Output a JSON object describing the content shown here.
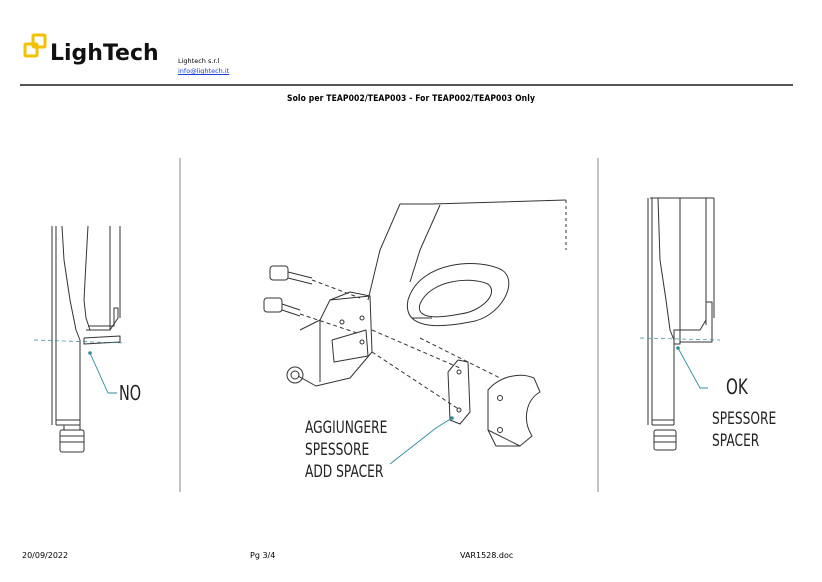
{
  "header": {
    "logo_text": "LighTech",
    "company_name": "Lightech s.r.l",
    "email": "info@lightech.it"
  },
  "title": "Solo per TEAP002/TEAP003  - For TEAP002/TEAP003 Only",
  "figure": {
    "left_label": "NO",
    "center_label_lines": [
      "AGGIUNGERE",
      "SPESSORE",
      "ADD SPACER"
    ],
    "right_label_ok": "OK",
    "right_label_lines": [
      "SPESSORE",
      "SPACER"
    ]
  },
  "footer": {
    "date": "20/09/2022",
    "page": "Pg 3/4",
    "filename": "VAR1528.doc"
  },
  "colors": {
    "logo_yellow": "#f2c200",
    "leader_teal": "#2f8c9a",
    "rule_gray": "#555555"
  }
}
